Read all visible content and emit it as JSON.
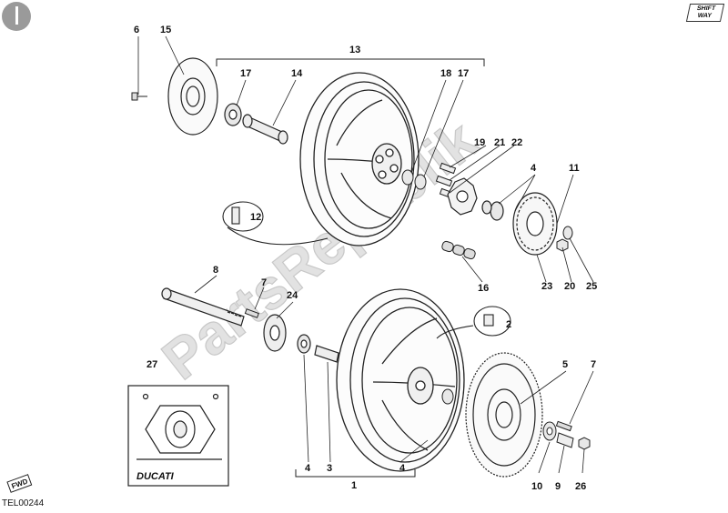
{
  "diagram": {
    "reference_code": "TEL00244",
    "watermark": "PartsRepublik",
    "brand_logo": "SHIFT WAY",
    "inset_logo": "DUCATI",
    "inset_fwd": "FWD",
    "callouts": {
      "c1": "1",
      "c2": "2",
      "c3": "3",
      "c4a": "4",
      "c4b": "4",
      "c4c": "4",
      "c5": "5",
      "c6": "6",
      "c7a": "7",
      "c7b": "7",
      "c8": "8",
      "c9": "9",
      "c10": "10",
      "c11": "11",
      "c12": "12",
      "c13": "13",
      "c14": "14",
      "c15": "15",
      "c16": "16",
      "c17a": "17",
      "c17b": "17",
      "c18": "18",
      "c19": "19",
      "c20": "20",
      "c21": "21",
      "c22": "22",
      "c23": "23",
      "c24": "24",
      "c25": "25",
      "c26": "26",
      "c27": "27"
    }
  }
}
